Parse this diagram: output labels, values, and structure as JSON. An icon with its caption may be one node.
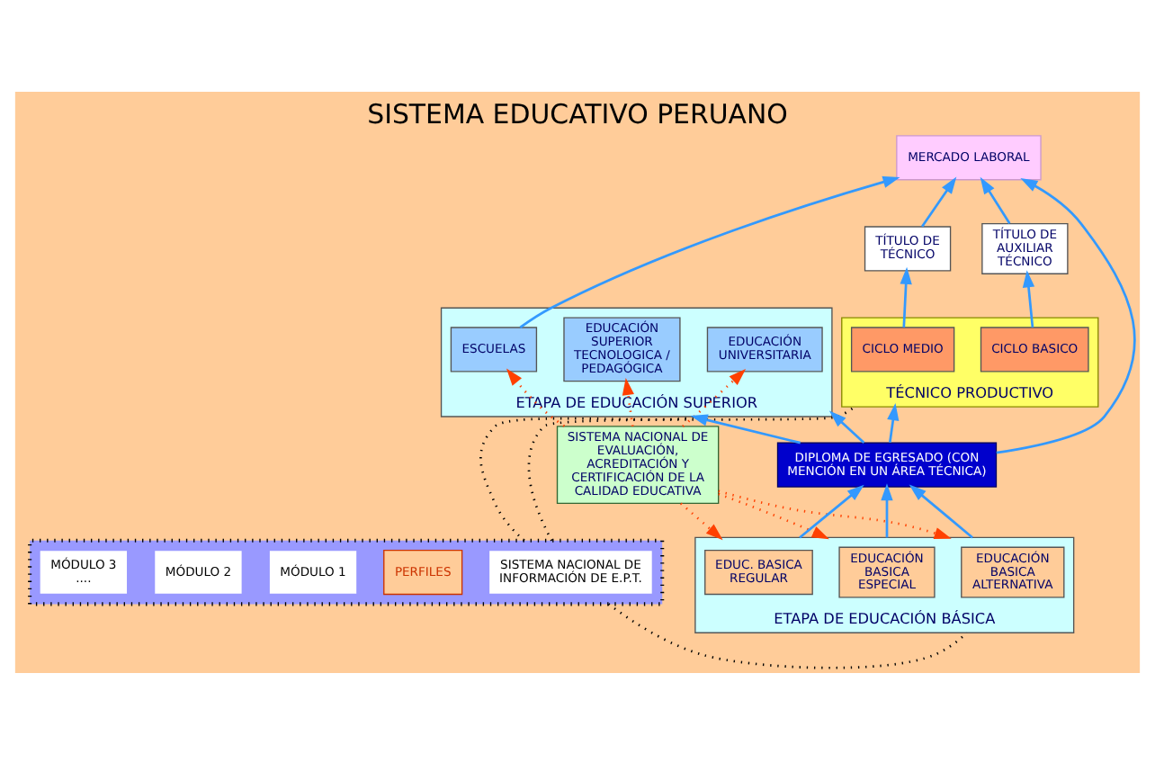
{
  "diagram": {
    "title": "SISTEMA EDUCATIVO PERUANO",
    "nodes": [
      {
        "text": [
          "SISTEMA NACIONAL DE EVALUACIÓN, ACREDITACIÓN Y CERTIFICACIÓN DE LA CALIDAD EDUCATIVA"
        ]
      },
      {
        "text": [
          "ETAPA DE EDUCACIÓN SUPERIOR"
        ]
      },
      {
        "text": [
          "EDUCACIÓN UNIVERSITARIA"
        ],
        "in": 1
      },
      {
        "text": [
          "EDUCACIÓN SUPERIOR TECNOLOGICA / PEDAGÓGICA"
        ],
        "in": 1
      },
      {
        "text": [
          "ESCUELAS"
        ],
        "in": 1
      },
      {
        "text": [],
        "shape": "box"
      },
      {
        "text": [
          "SISTEMA NACIONAL DE INFORMACIÓN DE E.P.T."
        ],
        "in": 5
      },
      {
        "text": [
          "PERFILES"
        ],
        "in": 5
      },
      {
        "text": [
          "MÓDULO 1"
        ],
        "in": 5
      },
      {
        "text": [
          "MÓDULO 2"
        ],
        "in": 5
      },
      {
        "text": [
          "MÓDULO 3 ...."
        ],
        "in": 5
      },
      {
        "text": [
          "MERCADO LABORAL"
        ]
      },
      {
        "text": [
          "DIPLOMA DE EGRESADO (CON MENCIÓN EN UN ÁREA TÉCNICA)"
        ]
      },
      {
        "text": [
          "ETAPA DE EDUCACIÓN BÁSICA"
        ]
      },
      {
        "text": [
          "EDUCACIÓN BASICA ALTERNATIVA"
        ],
        "in": 13
      },
      {
        "text": [
          "EDUCACIÓN BASICA ESPECIAL"
        ],
        "in": 13
      },
      {
        "text": [
          "EDUC. BASICA REGULAR"
        ],
        "in": 13
      },
      {
        "text": [
          "TÉCNICO PRODUCTIVO"
        ]
      },
      {
        "text": [
          "CICLO MEDIO"
        ],
        "in": 17
      },
      {
        "text": [
          "CICLO BASICO"
        ],
        "in": 17
      },
      {
        "text": [
          "TÍTULO DE TÉCNICO"
        ]
      },
      {
        "text": [
          "TÍTULO DE AUXILIAR TÉCNICO"
        ]
      }
    ],
    "edges": [
      {
        "from": 0,
        "to": 2,
        "arrow": "to",
        "style": "dashed",
        "color": "#ff4000"
      },
      {
        "from": 0,
        "to": 3,
        "arrow": "to",
        "style": "dashed",
        "color": "#ff4000"
      },
      {
        "from": 0,
        "to": 4,
        "arrow": "to",
        "style": "dashed",
        "color": "#ff4000"
      },
      {
        "from": 12,
        "to": 1,
        "arrow": "to"
      },
      {
        "from": 12,
        "to": 1,
        "arrow": "to"
      },
      {
        "from": 4,
        "to": 11,
        "arrow": "to"
      },
      {
        "from": 5,
        "to": 1,
        "arrow": "none",
        "style": "dashed",
        "color": "#000000"
      },
      {
        "from": 12,
        "to": 11,
        "arrow": "to"
      },
      {
        "from": 12,
        "to": 17,
        "arrow": "to"
      },
      {
        "from": 13,
        "to": 12,
        "arrow": "to"
      },
      {
        "from": 13,
        "to": 12,
        "arrow": "to"
      },
      {
        "from": 13,
        "to": 12,
        "arrow": "to"
      },
      {
        "from": 0,
        "to": 13,
        "arrow": "to",
        "style": "dashed",
        "color": "#ff4000"
      },
      {
        "from": 0,
        "to": 13,
        "arrow": "to",
        "style": "dashed",
        "color": "#ff4000"
      },
      {
        "from": 0,
        "to": 13,
        "arrow": "to",
        "style": "dashed",
        "color": "#ff4000"
      },
      {
        "from": 5,
        "to": 13,
        "arrow": "none",
        "style": "dashed",
        "color": "#000000"
      },
      {
        "from": 5,
        "to": 17,
        "arrow": "none",
        "style": "dashed",
        "color": "#000000"
      },
      {
        "from": 18,
        "to": 20,
        "arrow": "to"
      },
      {
        "from": 19,
        "to": 21,
        "arrow": "to"
      },
      {
        "from": 20,
        "to": 11,
        "arrow": "to"
      },
      {
        "from": 21,
        "to": 11,
        "arrow": "to"
      }
    ]
  }
}
